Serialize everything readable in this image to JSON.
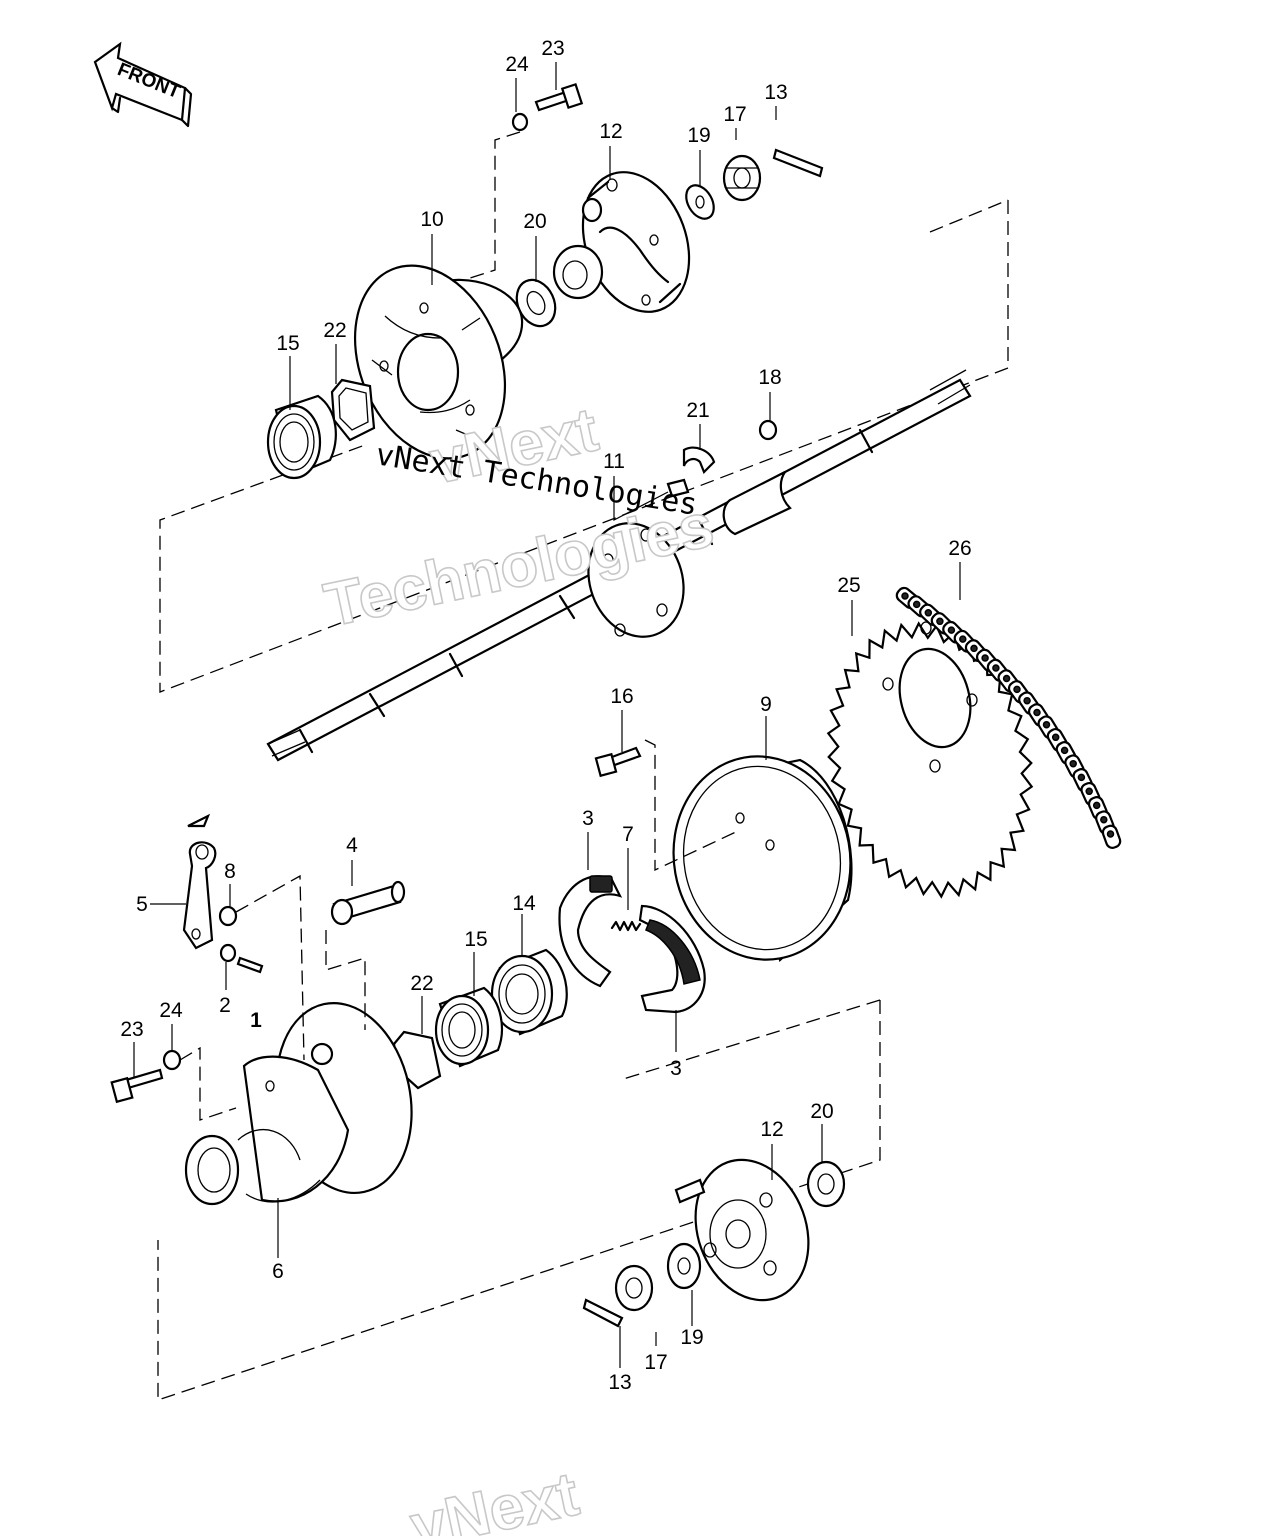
{
  "front_arrow": {
    "text": "FRONT"
  },
  "watermark": {
    "big_1": "vNext",
    "big_2": "Technologies",
    "small": "vNext Technologies",
    "bottom": "vNext"
  },
  "callouts": [
    {
      "id": "c23a",
      "label": "23"
    },
    {
      "id": "c24a",
      "label": "24"
    },
    {
      "id": "c12a",
      "label": "12"
    },
    {
      "id": "c19a",
      "label": "19"
    },
    {
      "id": "c17a",
      "label": "17"
    },
    {
      "id": "c13a",
      "label": "13"
    },
    {
      "id": "c10",
      "label": "10"
    },
    {
      "id": "c20a",
      "label": "20"
    },
    {
      "id": "c15a",
      "label": "15"
    },
    {
      "id": "c22a",
      "label": "22"
    },
    {
      "id": "c18",
      "label": "18"
    },
    {
      "id": "c21",
      "label": "21"
    },
    {
      "id": "c11",
      "label": "11"
    },
    {
      "id": "c26",
      "label": "26"
    },
    {
      "id": "c25",
      "label": "25"
    },
    {
      "id": "c16",
      "label": "16"
    },
    {
      "id": "c9",
      "label": "9"
    },
    {
      "id": "c3a",
      "label": "3"
    },
    {
      "id": "c7",
      "label": "7"
    },
    {
      "id": "c4",
      "label": "4"
    },
    {
      "id": "c8",
      "label": "8"
    },
    {
      "id": "c5",
      "label": "5"
    },
    {
      "id": "c14",
      "label": "14"
    },
    {
      "id": "c15b",
      "label": "15"
    },
    {
      "id": "c22b",
      "label": "22"
    },
    {
      "id": "c2",
      "label": "2"
    },
    {
      "id": "c1",
      "label": "1"
    },
    {
      "id": "c23b",
      "label": "23"
    },
    {
      "id": "c24b",
      "label": "24"
    },
    {
      "id": "c3b",
      "label": "3"
    },
    {
      "id": "c6",
      "label": "6"
    },
    {
      "id": "c12b",
      "label": "12"
    },
    {
      "id": "c20b",
      "label": "20"
    },
    {
      "id": "c19b",
      "label": "19"
    },
    {
      "id": "c17b",
      "label": "17"
    },
    {
      "id": "c13b",
      "label": "13"
    }
  ]
}
